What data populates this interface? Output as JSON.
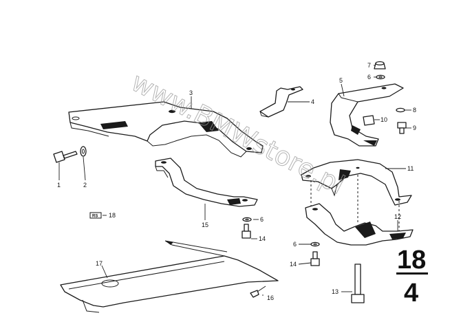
{
  "callouts": [
    "1",
    "2",
    "3",
    "4",
    "5",
    "6",
    "6",
    "6",
    "7",
    "8",
    "9",
    "10",
    "11",
    "12",
    "13",
    "14",
    "14",
    "15",
    "16",
    "17"
  ],
  "rs_badge": {
    "text": "RS",
    "ref": "18"
  },
  "watermark": "www.BMWstore.pl",
  "group_number": {
    "main": "18",
    "sub": "4"
  }
}
